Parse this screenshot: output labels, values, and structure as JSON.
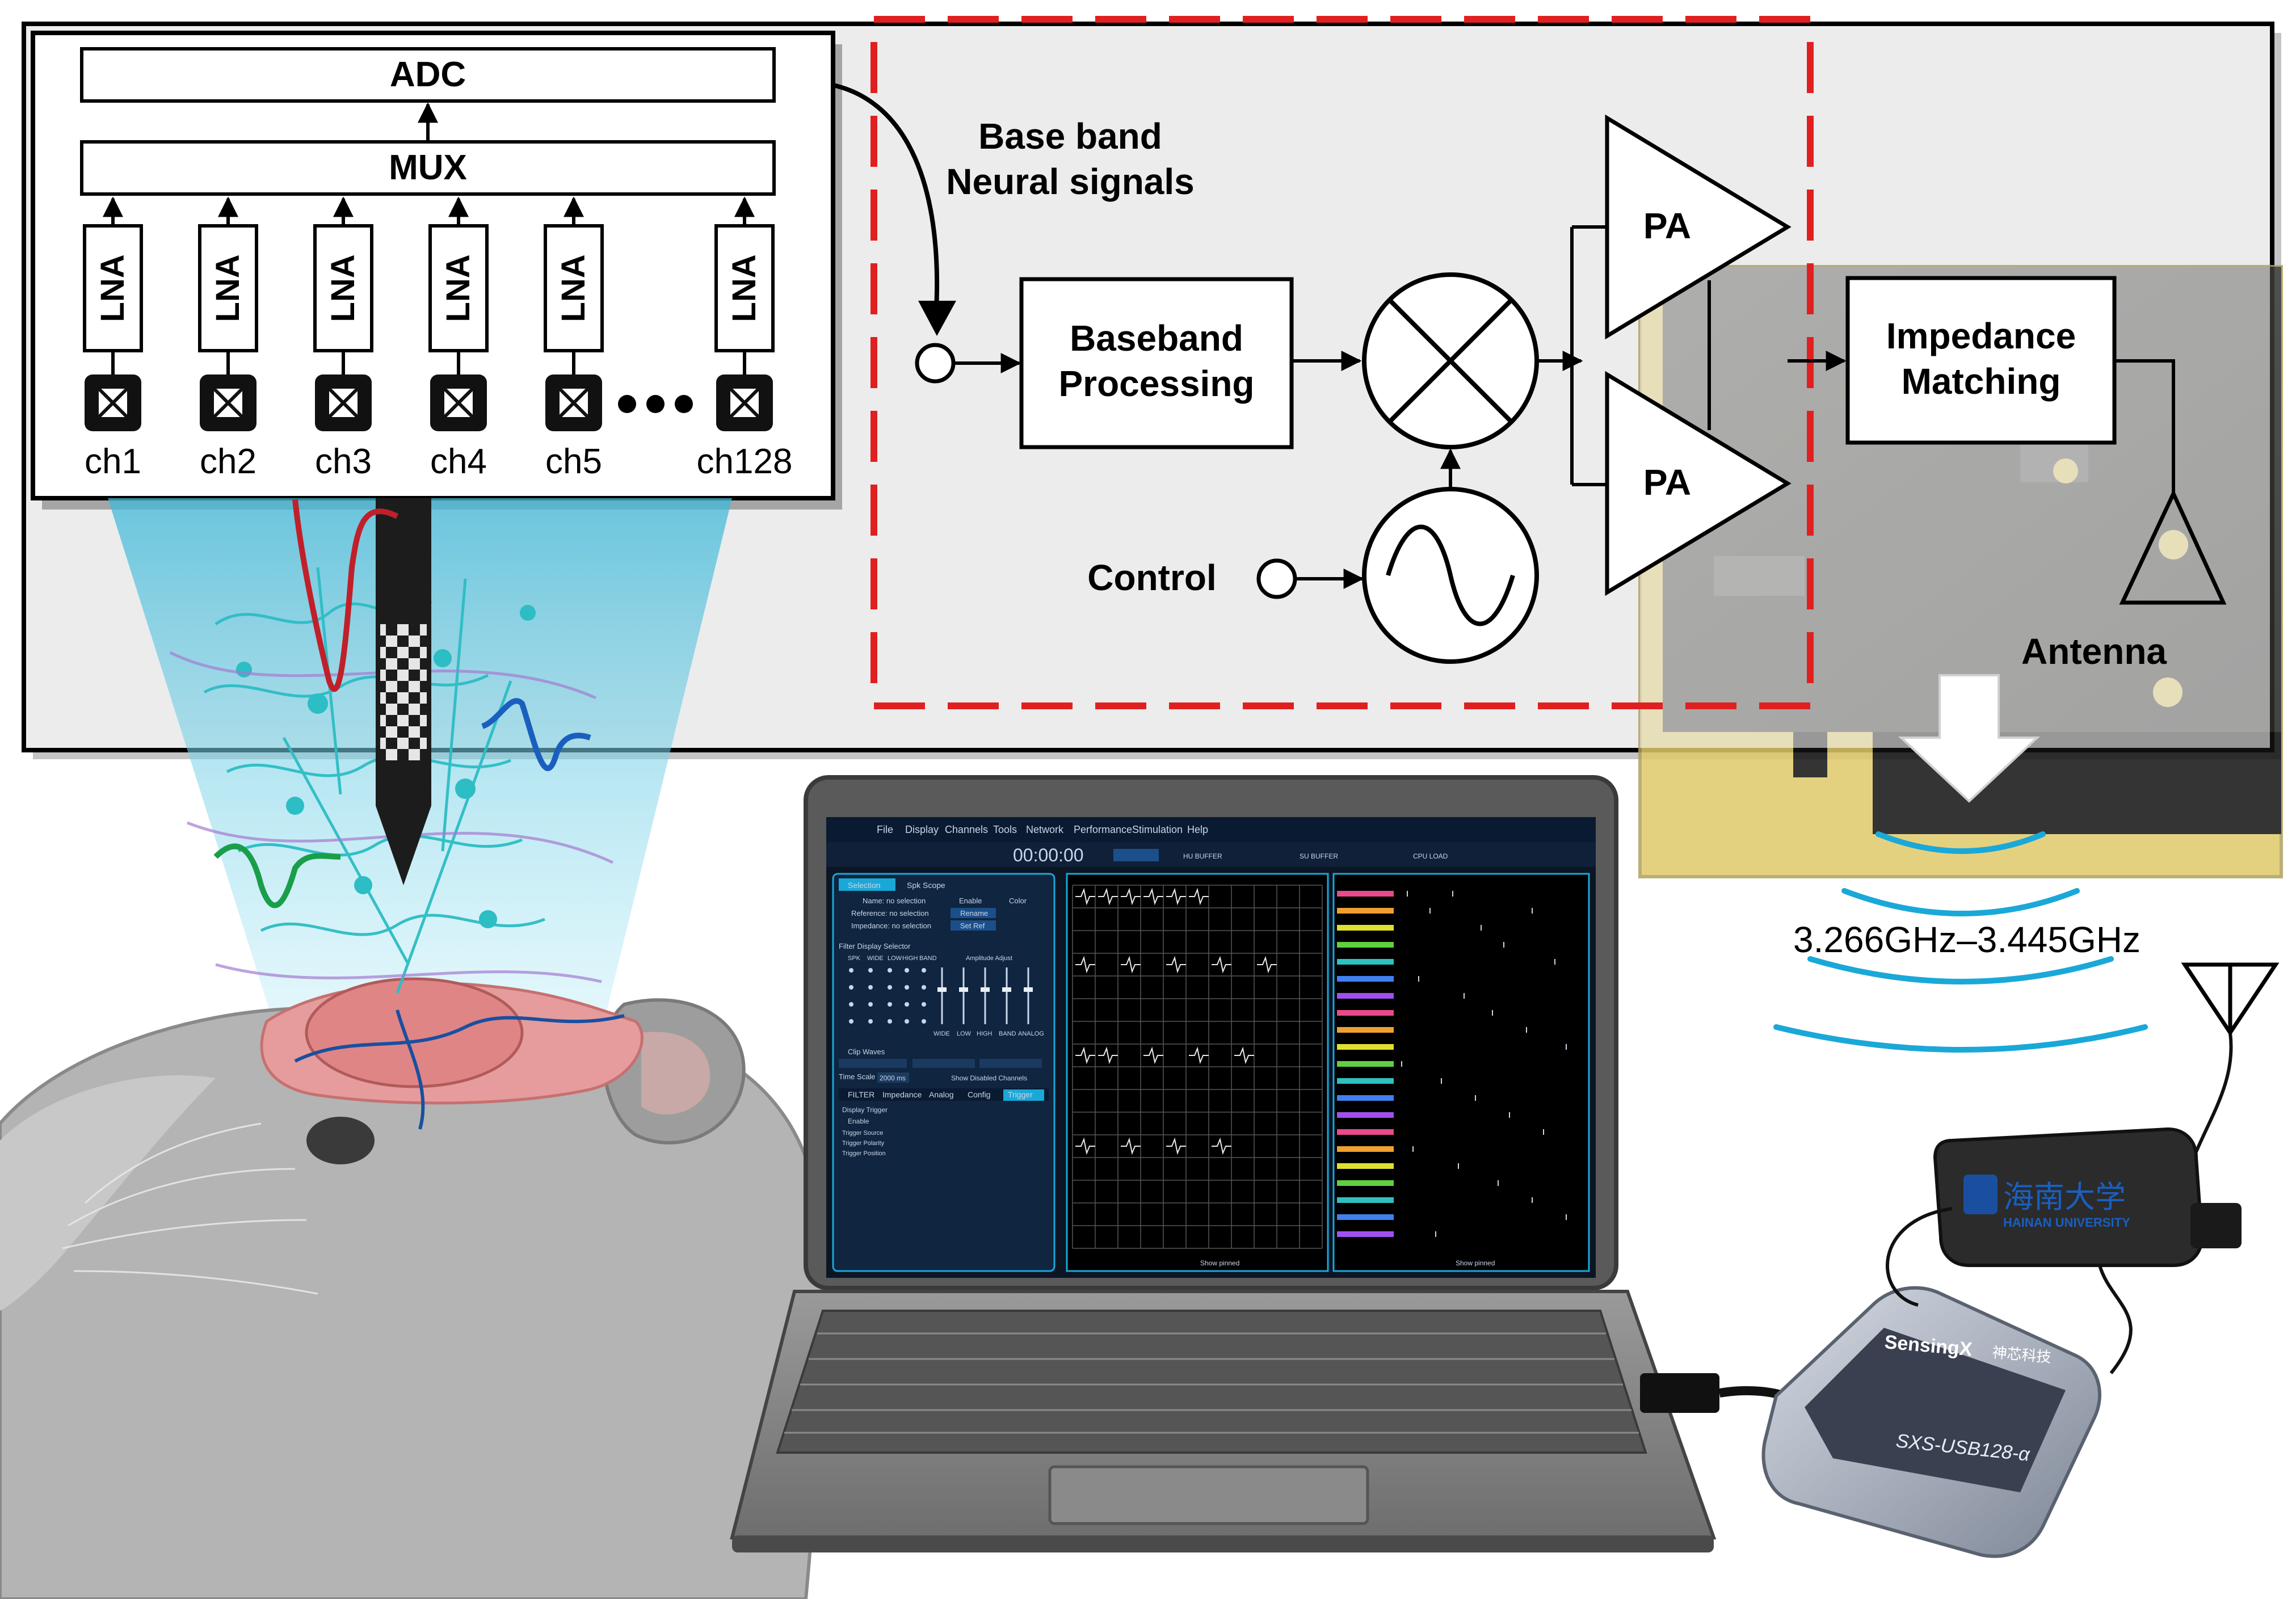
{
  "block_diagram": {
    "adc": "ADC",
    "mux": "MUX",
    "lna": "LNA",
    "channels": [
      "ch1",
      "ch2",
      "ch3",
      "ch4",
      "ch5",
      "ch128"
    ],
    "base_band_line1": "Base band",
    "base_band_line2": "Neural signals",
    "baseband_line1": "Baseband",
    "baseband_line2": "Processing",
    "control": "Control",
    "pa": "PA",
    "impedance_line1": "Impedance",
    "impedance_line2": "Matching",
    "antenna": "Antenna"
  },
  "frequency_band": "3.266GHz–3.445GHz",
  "software": {
    "menu": [
      "File",
      "Display",
      "Channels",
      "Tools",
      "Network",
      "Performance",
      "Stimulation",
      "Help"
    ],
    "timer": "00:00:00",
    "status": [
      "HU BUFFER",
      "SU BUFFER",
      "CPU LOAD"
    ],
    "left_tabs": [
      "Selection",
      "Spk Scope"
    ],
    "selection_rows": [
      "Name: no selection",
      "Reference: no selection",
      "Impedance: no selection"
    ],
    "enable": "Enable",
    "color": "Color",
    "rename": "Rename",
    "set_ref": "Set Ref",
    "filter_selector": "Filter Display Selector",
    "filter_cols": [
      "SPK",
      "WIDE",
      "LOW",
      "HIGH",
      "BAND"
    ],
    "amplitude_adjust": "Amplitude Adjust",
    "slider_labels": [
      "WIDE",
      "LOW",
      "HIGH",
      "BAND",
      "ANALOG"
    ],
    "clip_waves": "Clip Waves",
    "time_scale_label": "Time Scale",
    "time_scale_value": "2000 ms",
    "show_disabled": "Show Disabled Channels",
    "bottom_tabs": [
      "FILTER",
      "Impedance",
      "Analog",
      "Config",
      "Trigger"
    ],
    "display_trigger": "Display Trigger",
    "trigger_enable": "Enable",
    "trigger_rows": [
      "Trigger Source",
      "Trigger Polarity",
      "Trigger Position"
    ],
    "show_pinned": "Show pinned"
  },
  "logos": {
    "university_cn": "海南大学",
    "university_en": "HAINAN UNIVERSITY",
    "receiver_brand": "SensingX",
    "receiver_cn": "神芯科技",
    "receiver_model": "SXS-USB128-α"
  },
  "colors": {
    "red_dashed_box": "#e02020",
    "screen_blue": "#1aa8d8",
    "signal_red": "#c0202a",
    "signal_blue": "#1a5fbf",
    "signal_green": "#1a9e4a",
    "cyan_beam": "#7fd8ec"
  }
}
